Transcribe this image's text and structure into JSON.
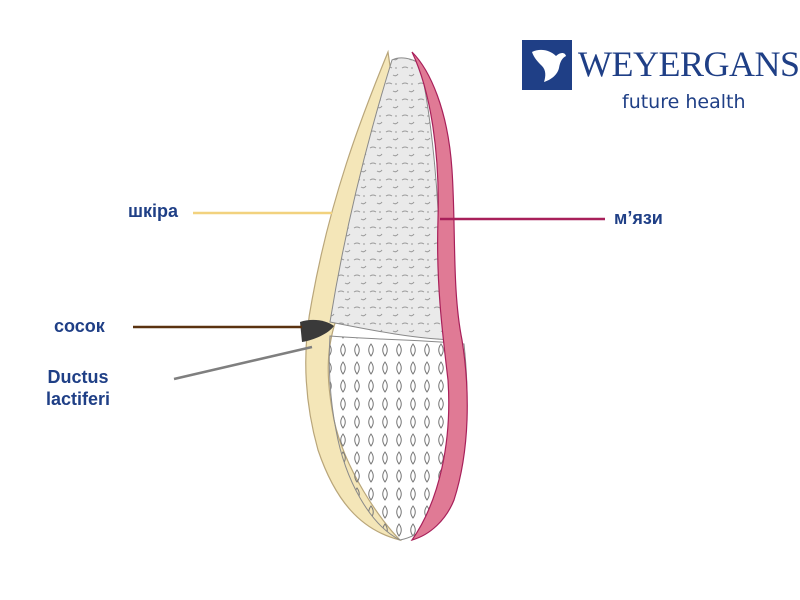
{
  "logo": {
    "name": "WEYERGANS",
    "tagline": "future health",
    "icon": "bird-icon",
    "color": "#1f3f86"
  },
  "labels": {
    "skin": "шкіра",
    "muscles": "м’язи",
    "nipple": "сосок",
    "ducts_line1": "Ductus",
    "ducts_line2": "lactiferi"
  },
  "colors": {
    "label_text": "#1f3f86",
    "skin_leader": "#f2d27e",
    "muscle_leader": "#a8205a",
    "nipple_leader": "#5a3210",
    "ducts_leader": "#7f7f7f",
    "skin_fill": "#f4e6b8",
    "muscle_fill": "#e07a95",
    "tissue_fill": "#e9e9e9"
  }
}
